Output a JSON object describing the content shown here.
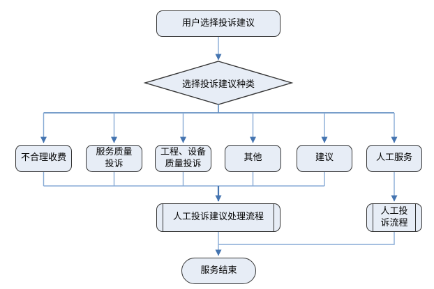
{
  "flowchart": {
    "start": {
      "label": "用户选择投诉建议"
    },
    "decision": {
      "label": "选择投诉建议种类"
    },
    "categories": [
      {
        "id": "unreasonable-fees",
        "label": "不合理收费"
      },
      {
        "id": "service-quality-complaint",
        "label": "服务质量\n投诉"
      },
      {
        "id": "engineering-equipment-quality-complaint",
        "label": "工程、设备\n质量投诉"
      },
      {
        "id": "other",
        "label": "其他"
      },
      {
        "id": "suggestion",
        "label": "建议"
      },
      {
        "id": "manual-service",
        "label": "人工服务"
      }
    ],
    "processes": [
      {
        "id": "manual-complaint-suggestion-handling",
        "label": "人工投诉建议处理流程"
      },
      {
        "id": "manual-complaint-flow",
        "label": "人工投\n诉流程"
      }
    ],
    "end": {
      "label": "服务结束"
    },
    "colors": {
      "background": "#ffffff",
      "node_fill": "#e7edf6",
      "node_border": "#333333",
      "connector": "#87aad5",
      "connector_strong": "#6490c2",
      "arrow": "#4474b0"
    }
  }
}
